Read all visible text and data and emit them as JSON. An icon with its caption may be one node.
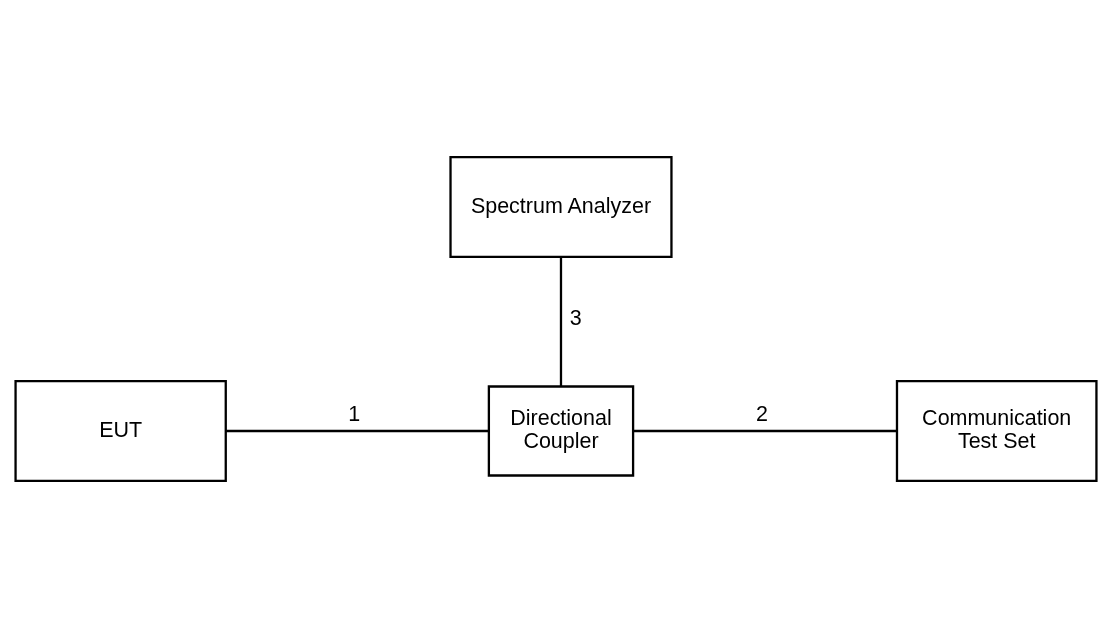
{
  "diagram": {
    "nodes": [
      {
        "text": [
          "Spectrum Analyzer"
        ]
      },
      {
        "text": [
          "EUT"
        ]
      },
      {
        "text": [
          "Directional Coupler"
        ]
      },
      {
        "text": [
          "Communication Test Set"
        ]
      }
    ],
    "edges": [
      {
        "from": 0,
        "to": 2,
        "arrow": "none",
        "label": "3"
      },
      {
        "from": 1,
        "to": 2,
        "arrow": "none",
        "label": "1"
      },
      {
        "from": 2,
        "to": 3,
        "arrow": "none",
        "label": "2"
      }
    ]
  }
}
